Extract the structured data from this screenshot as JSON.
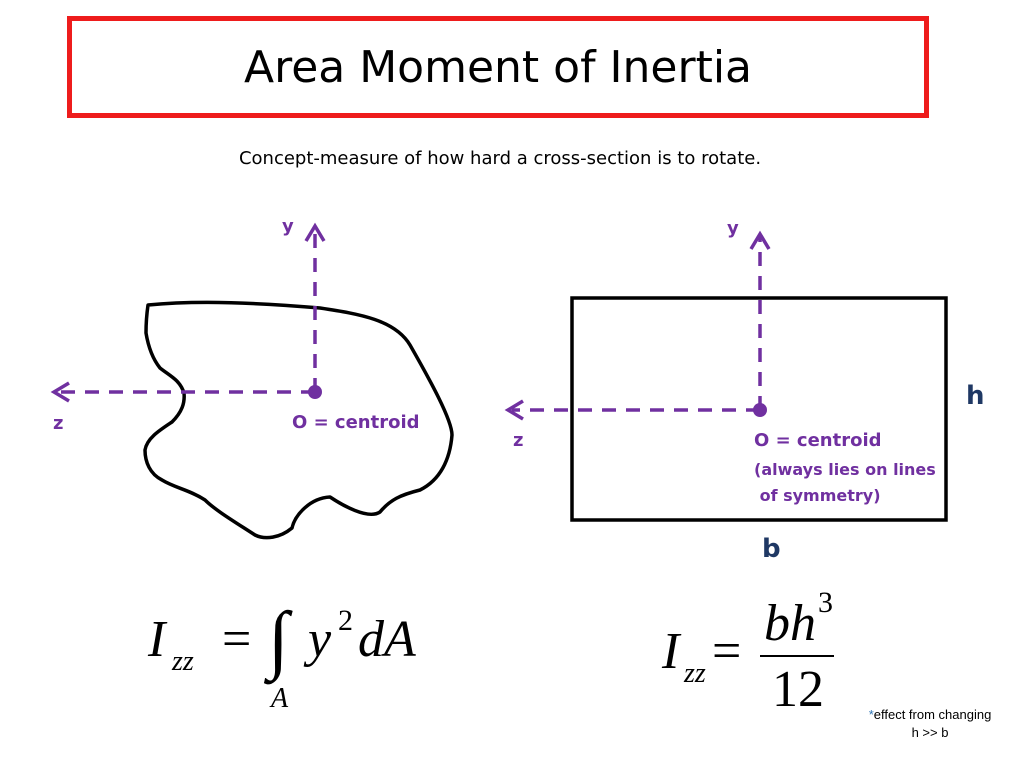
{
  "title": "Area Moment of Inertia",
  "subtitle": "Concept-measure of how hard a cross-section is to rotate.",
  "left_diagram": {
    "y_label": "y",
    "z_label": "z",
    "centroid_label": "O = centroid"
  },
  "right_diagram": {
    "y_label": "y",
    "z_label": "z",
    "centroid_label": "O = centroid",
    "centroid_note_line1": "(always lies on lines",
    "centroid_note_line2": " of symmetry)",
    "height_label": "h",
    "base_label": "b"
  },
  "formula_left": {
    "symbol": "I",
    "subscript": "zz",
    "equals": "=",
    "integral": "∫",
    "integrand": "y",
    "power": "2",
    "differential": "dA",
    "limit": "A"
  },
  "formula_right": {
    "symbol": "I",
    "subscript": "zz",
    "equals": "=",
    "numerator": "bh",
    "numerator_power": "3",
    "denominator": "12"
  },
  "note": {
    "asterisk": "*",
    "line1": "effect from changing",
    "line2": "h >> b"
  },
  "colors": {
    "title_border": "#ee1c1c",
    "axis": "#7030a0",
    "dimension": "#1f3864",
    "asterisk": "#2e75b6"
  }
}
